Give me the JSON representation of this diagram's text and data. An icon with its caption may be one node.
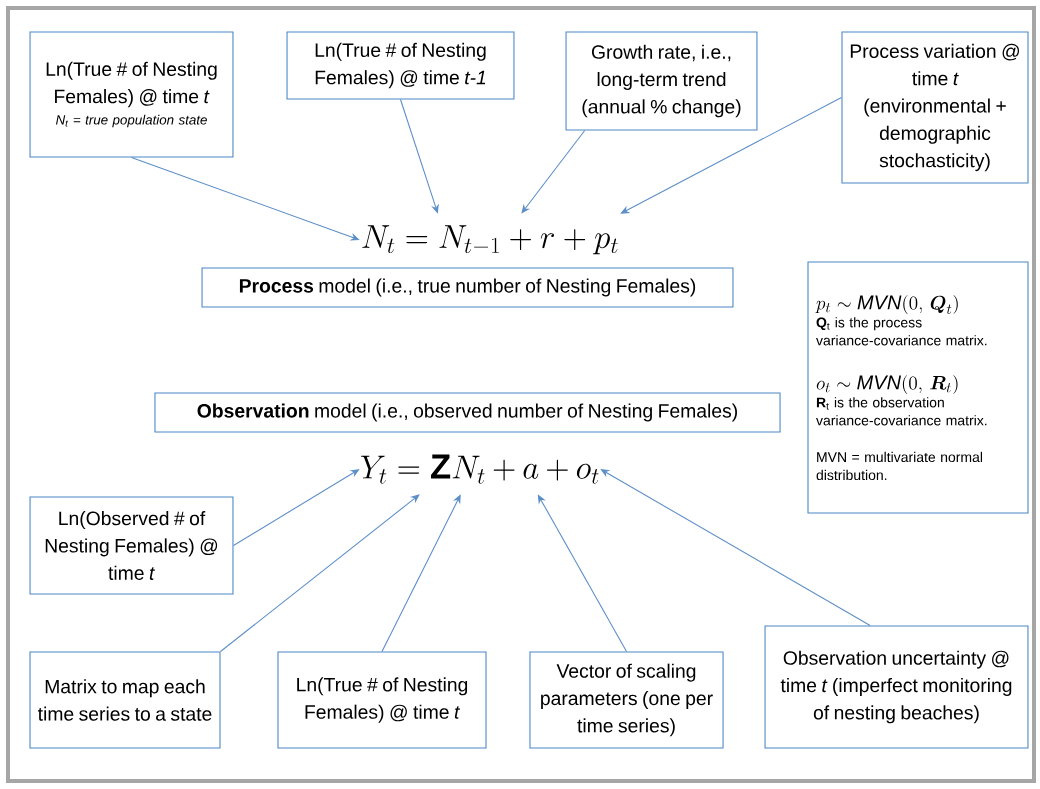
{
  "diagram": {
    "nodes": [
      {
        "text": [
          "Ln(True # of Nesting Females) @ time *t*",
          "N$_{t}$ = true population state"
        ]
      },
      {
        "text": [
          "Ln(True # of Nesting Females) @ time *t-1*"
        ]
      },
      {
        "text": [
          "Growth rate, i.e., long-term trend (annual % change)"
        ]
      },
      {
        "text": [
          "Process variation @ time *t* (environmental + demographic stochasticity)"
        ]
      },
      {
        "text": [
          "N_t = N_{t-1} + r + p_t"
        ]
      },
      {
        "text": [
          "**Process** model (i.e., true number of Nesting Females)"
        ]
      },
      {
        "text": [
          "p_t \\sim \\mathit{MVN}(0,\\, \\boldsymbol{Q}_t)",
          "**Q**$_{t}$ is the process variance-covariance matrix.",
          "o_t \\sim \\mathit{MVN}(0,\\, \\boldsymbol{R}_t)",
          "**R**$_{t}$ is the observation variance-covariance matrix.",
          "MVN = multivariate normal distribution."
        ]
      },
      {
        "text": [
          "**Observation** model (i.e., observed number of Nesting Females)"
        ]
      },
      {
        "text": [
          "Y_t = \\mathbf{Z} N_t + a + o_t"
        ]
      },
      {
        "text": [
          "Ln(Observed # of Nesting Females) @ time *t*"
        ]
      },
      {
        "text": [
          "Matrix to map each time series to a state"
        ]
      },
      {
        "text": [
          "Ln(True # of Nesting Females) @ time *t*"
        ]
      },
      {
        "text": [
          "Vector of scaling parameters (one per time series)"
        ]
      },
      {
        "text": [
          "Observation uncertainty @ time *t* (imperfect monitoring of nesting beaches)"
        ]
      }
    ],
    "edges": [
      {
        "from": 0,
        "to": 4,
        "arrow": "to"
      },
      {
        "from": 1,
        "to": 4,
        "arrow": "to"
      },
      {
        "from": 2,
        "to": 4,
        "arrow": "to"
      },
      {
        "from": 3,
        "to": 4,
        "arrow": "to"
      },
      {
        "from": 9,
        "to": 8,
        "arrow": "to"
      },
      {
        "from": 10,
        "to": 8,
        "arrow": "to"
      },
      {
        "from": 11,
        "to": 8,
        "arrow": "to"
      },
      {
        "from": 12,
        "to": 8,
        "arrow": "to"
      },
      {
        "from": 13,
        "to": 8,
        "arrow": "to"
      }
    ]
  }
}
